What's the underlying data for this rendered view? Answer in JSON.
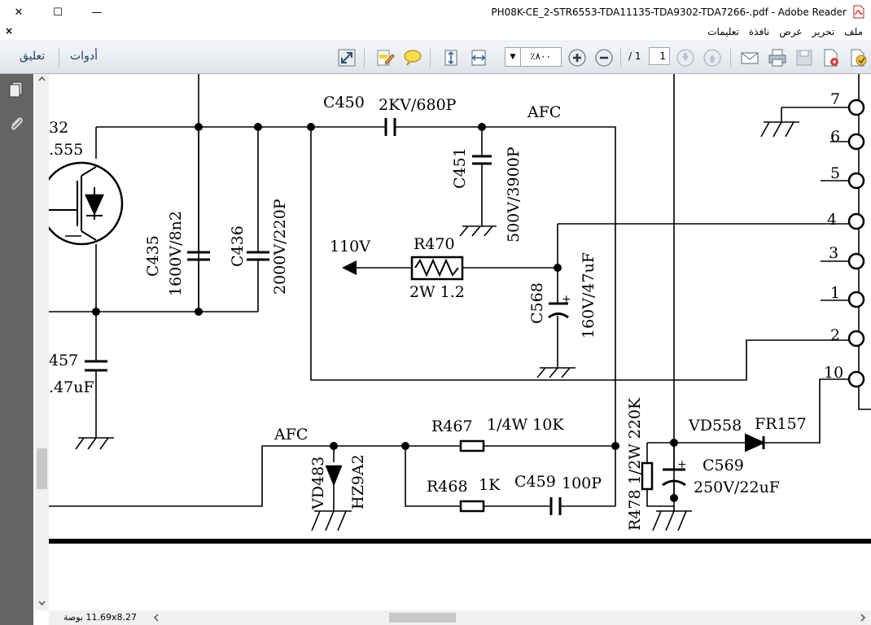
{
  "window": {
    "title": "PH08K-CE_2-STR6553-TDA11135-TDA9302-TDA7266-.pdf - Adobe Reader",
    "close_glyph": "✕",
    "maximize_glyph": "☐",
    "minimize_glyph": "—"
  },
  "menu": {
    "close_glyph": "×",
    "items": [
      "ملف",
      "تحرير",
      "عرض",
      "نافذة",
      "تعليمات"
    ]
  },
  "toolbar": {
    "comment_label": "تعليق",
    "tools_label": "أدوات",
    "zoom_value": "٨٠٠٪",
    "page_current": "1",
    "page_total": "/ 1"
  },
  "statusbar": {
    "page_size": "11.69x8.27 بوصة"
  },
  "schematic": {
    "labels": {
      "c450": "C450",
      "c450_value": "2KV/680P",
      "afc_top": "AFC",
      "c451": "C451",
      "c451_value": "500V/3900P",
      "c435": "C435",
      "c435_value": "1600V/8n2",
      "c436": "C436",
      "c436_value": "2000V/220P",
      "v110": "110V",
      "r470": "R470",
      "r470_value": "2W 1.2",
      "c568": "C568",
      "c568_value": "160V/47uF",
      "q_partial_1": "32",
      "q_partial_2": ".555",
      "c457_partial": "457",
      "c457_value_partial": ".47uF",
      "afc_bottom": "AFC",
      "vd483": "VD483",
      "hz9a2": "HZ9A2",
      "r467": "R467",
      "r467_value": "1/4W 10K",
      "r468": "R468",
      "r468_value": "1K",
      "c459": "C459",
      "c459_value": "100P",
      "r478_label": "R478 1/2W 220K",
      "vd558": "VD558",
      "fr157": "FR157",
      "c569": "C569",
      "c569_value": "250V/22uF",
      "plus": "+"
    },
    "pins": [
      "7",
      "6",
      "5",
      "4",
      "3",
      "1",
      "2",
      "10"
    ]
  }
}
